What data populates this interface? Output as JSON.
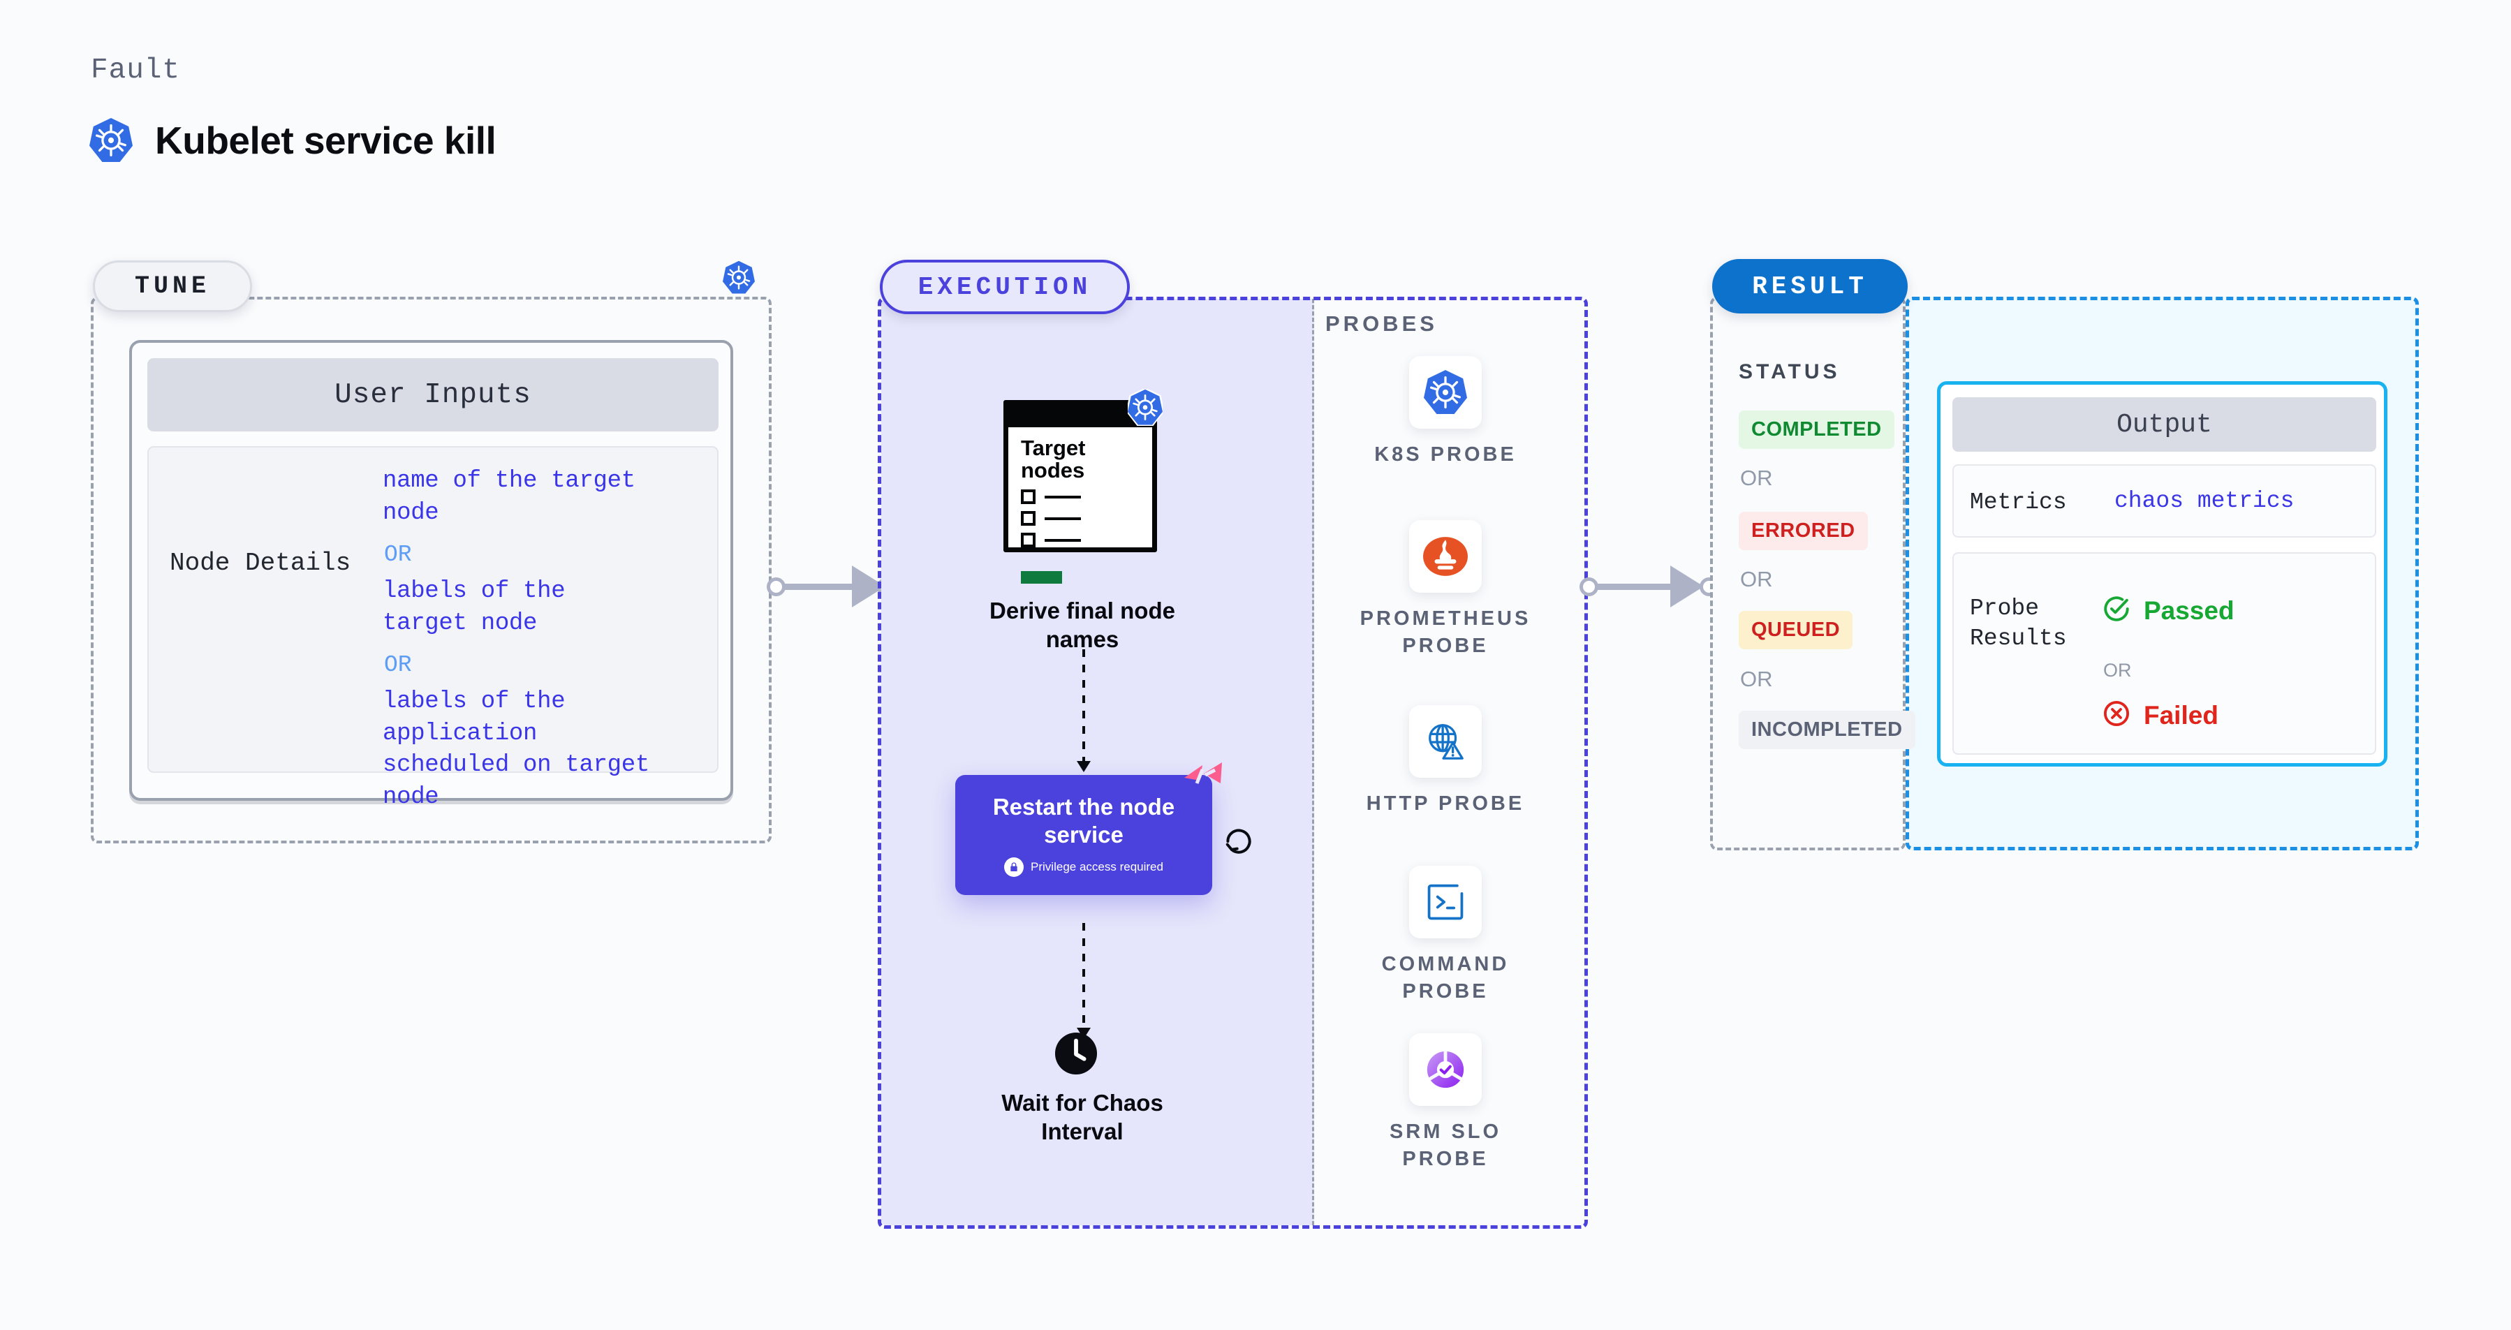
{
  "header": {
    "eyebrow": "Fault",
    "title": "Kubelet service kill",
    "icon": "kubernetes-icon"
  },
  "tune": {
    "tab_label": "TUNE",
    "badge_icon": "kubernetes-icon",
    "card_title": "User Inputs",
    "rows": [
      {
        "key": "Node Details",
        "values": [
          "name of the target\nnode",
          "labels of the\ntarget node",
          "labels of the application\n scheduled on target node"
        ],
        "separator": "OR"
      }
    ]
  },
  "execution": {
    "tab_label": "EXECUTION",
    "probes_label": "PROBES",
    "steps": [
      {
        "id": "derive-final-node-names",
        "label": "Derive final node\nnames",
        "graphic_title": "Target\nnodes",
        "graphic_icon": "kubernetes-icon"
      },
      {
        "id": "restart-node-service",
        "label": "Restart the node\nservice",
        "privilege_note": "Privilege access required",
        "privilege_icon": "lock-icon",
        "corner_icon": "litmus-chaos-icon",
        "side_icon": "retry-icon"
      },
      {
        "id": "wait-for-chaos-interval",
        "label": "Wait for Chaos\nInterval",
        "icon": "clock-icon"
      }
    ],
    "probes": [
      {
        "name": "K8S  PROBE",
        "icon": "kubernetes-icon"
      },
      {
        "name": "PROMETHEUS\nPROBE",
        "icon": "prometheus-icon"
      },
      {
        "name": "HTTP  PROBE",
        "icon": "globe-warning-icon"
      },
      {
        "name": "COMMAND\nPROBE",
        "icon": "terminal-icon"
      },
      {
        "name": "SRM  SLO\nPROBE",
        "icon": "srm-slo-donut-icon"
      }
    ]
  },
  "result": {
    "tab_label": "RESULT",
    "status_title": "STATUS",
    "separator": "OR",
    "statuses": [
      {
        "label": "COMPLETED",
        "color": "#0f8a31",
        "bg": "#e4f7e5"
      },
      {
        "label": "ERRORED",
        "color": "#cf2020",
        "bg": "#fdeaea"
      },
      {
        "label": "QUEUED",
        "color": "#cf2020",
        "bg": "#fdf0cd"
      },
      {
        "label": "INCOMPLETED",
        "color": "#5b6275",
        "bg": "#f0f1f5"
      }
    ],
    "output": {
      "title": "Output",
      "metrics_label": "Metrics",
      "metrics_value": "chaos metrics",
      "probe_results_label": "Probe\nResults",
      "separator": "OR",
      "passed": {
        "label": "Passed",
        "icon": "check-circle-icon",
        "color": "#17a833"
      },
      "failed": {
        "label": "Failed",
        "icon": "x-circle-icon",
        "color": "#e0251d"
      }
    }
  },
  "colors": {
    "accent_purple": "#4b41dd",
    "accent_blue": "#0c72cc",
    "k8s_blue": "#326ce5",
    "litmus_pink": "#fb5d8e",
    "panel_lavender": "#e5e5fb",
    "panel_cyan": "#eefaff"
  }
}
